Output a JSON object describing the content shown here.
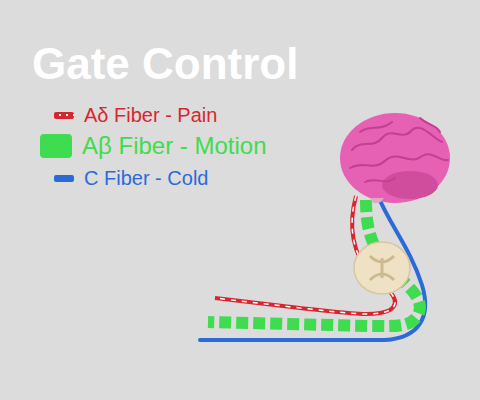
{
  "diagram": {
    "title": "Gate Control",
    "legend": [
      {
        "text": "Aδ Fiber - Pain",
        "color": "#d8262e"
      },
      {
        "text": "Aβ Fiber - Motion",
        "color": "#3fdc4f"
      },
      {
        "text": "C Fiber - Cold",
        "color": "#2b6bd8"
      }
    ]
  }
}
